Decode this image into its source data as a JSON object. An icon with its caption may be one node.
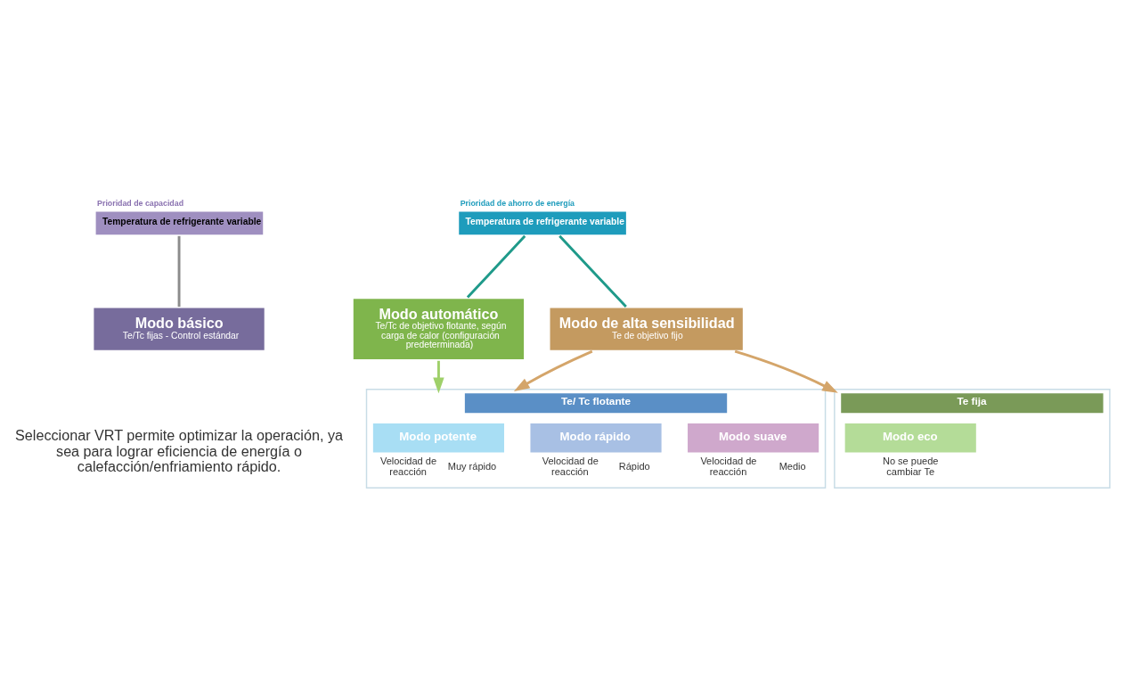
{
  "diagram": {
    "nodes": [
      {
        "text": [
          "Prioridad de capacidad",
          "Temperatura de refrigerante variable"
        ]
      },
      {
        "text": [
          "Prioridad de ahorro de energía",
          "Temperatura de refrigerante variable"
        ]
      },
      {
        "text": [
          "Modo básico",
          "Te/Tc fijas - Control estándar"
        ]
      },
      {
        "text": [
          "Modo automático",
          "Te/Tc de objetivo flotante, según carga de calor (configuración predeterminada)"
        ]
      },
      {
        "text": [
          "Modo de alta sensibilidad",
          "Te de objetivo fijo"
        ]
      },
      {
        "text": [
          "Te/ Tc flotante"
        ]
      },
      {
        "text": [
          "Modo potente"
        ],
        "in": 5,
        "beside": [
          "Velocidad de reacción",
          "Muy rápido"
        ]
      },
      {
        "text": [
          "Modo rápido"
        ],
        "in": 5,
        "beside": [
          "Velocidad de reacción",
          "Rápido"
        ]
      },
      {
        "text": [
          "Modo suave"
        ],
        "in": 5,
        "beside": [
          "Velocidad de reacción",
          "Medio"
        ]
      },
      {
        "text": [
          "Te fija"
        ]
      },
      {
        "text": [
          "Modo eco"
        ],
        "in": 9,
        "beside": [
          "No se puede cambiar Te"
        ]
      }
    ],
    "edges": [
      {
        "from": 0,
        "to": 2,
        "arrow": "none",
        "color": "#8c8c8c"
      },
      {
        "from": 1,
        "to": 3,
        "arrow": "none",
        "color": "#1f9a8a"
      },
      {
        "from": 1,
        "to": 4,
        "arrow": "none",
        "color": "#1f9a8a"
      },
      {
        "from": 3,
        "to": 5,
        "arrow": "to",
        "color": "#9fd06a"
      },
      {
        "from": 4,
        "to": 5,
        "arrow": "to",
        "color": "#d4a56a"
      },
      {
        "from": 4,
        "to": 9,
        "arrow": "to",
        "color": "#d4a56a"
      }
    ],
    "labels": [
      "Seleccionar VRT permite optimizar la operación, ya sea para lograr eficiencia de energía o calefacción/enfriamiento rápido."
    ]
  }
}
